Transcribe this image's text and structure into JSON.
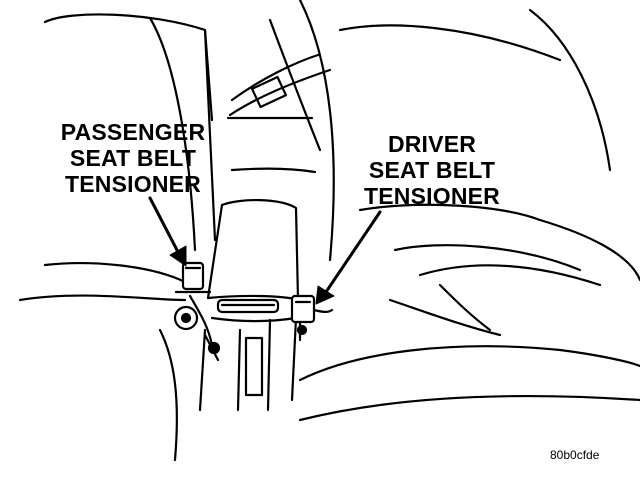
{
  "labels": {
    "passenger": [
      "PASSENGER",
      "SEAT BELT",
      "TENSIONER"
    ],
    "driver": [
      "DRIVER",
      "SEAT BELT",
      "TENSIONER"
    ]
  },
  "figure_code": "80b0cfde",
  "colors": {
    "ink": "#000000",
    "paper": "#ffffff"
  }
}
